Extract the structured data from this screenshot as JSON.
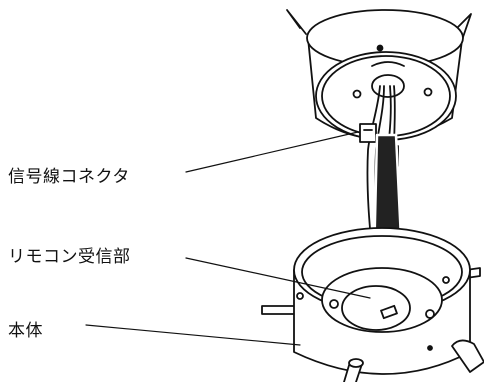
{
  "labels": {
    "signal_connector": "信号線コネクタ",
    "remote_receiver": "リモコン受信部",
    "main_body": "本体"
  },
  "colors": {
    "line": "#111111",
    "fill": "#ffffff",
    "shade": "#d8d8d8",
    "arrow": "#222222"
  }
}
